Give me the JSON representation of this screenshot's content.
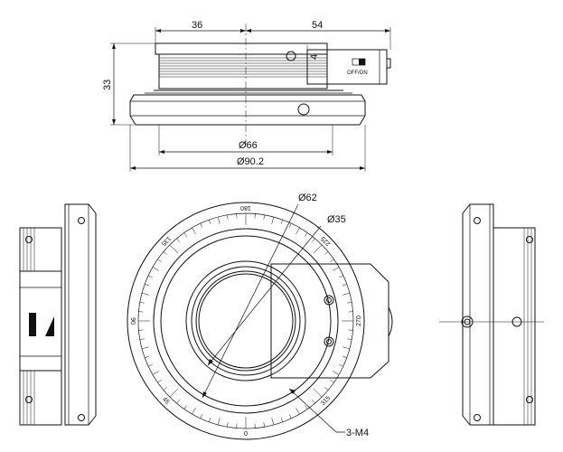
{
  "dimensions": {
    "width_left": "36",
    "width_right": "54",
    "height": "33",
    "small_offset": "4",
    "diameter_66": "Ø66",
    "diameter_90": "Ø90.2",
    "diameter_62": "Ø62",
    "diameter_35": "Ø35"
  },
  "switch_label": "OFF/ON",
  "mount_label": "3-M4",
  "scale_labels": [
    "0",
    "45",
    "90",
    "135",
    "180",
    "225",
    "270",
    "315"
  ]
}
